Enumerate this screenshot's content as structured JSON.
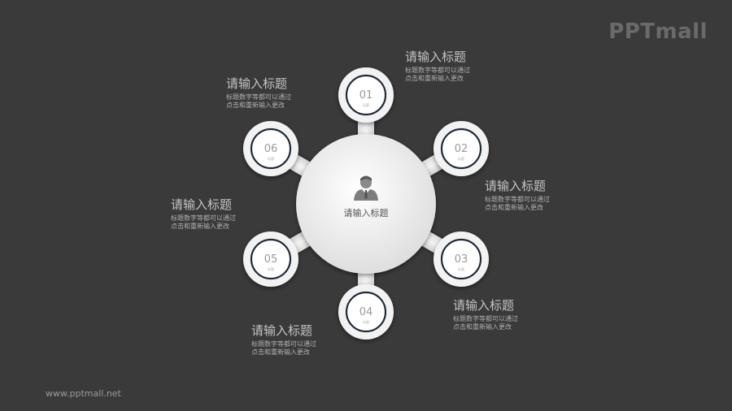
{
  "brand": {
    "logo_text": "PPTmall",
    "url": "www.pptmall.net"
  },
  "center": {
    "title": "请输入标题",
    "icon": "user-icon"
  },
  "nodes": [
    {
      "num": "01",
      "sub": "标题"
    },
    {
      "num": "02",
      "sub": "标题"
    },
    {
      "num": "03",
      "sub": "标题"
    },
    {
      "num": "04",
      "sub": "标题"
    },
    {
      "num": "05",
      "sub": "标题"
    },
    {
      "num": "06",
      "sub": "标题"
    }
  ],
  "labels": [
    {
      "title": "请输入标题",
      "desc_line1": "标题数字等都可以通过",
      "desc_line2": "点击和重新输入更改"
    },
    {
      "title": "请输入标题",
      "desc_line1": "标题数字等都可以通过",
      "desc_line2": "点击和重新输入更改"
    },
    {
      "title": "请输入标题",
      "desc_line1": "标题数字等都可以通过",
      "desc_line2": "点击和重新输入更改"
    },
    {
      "title": "请输入标题",
      "desc_line1": "标题数字等都可以通过",
      "desc_line2": "点击和重新输入更改"
    },
    {
      "title": "请输入标题",
      "desc_line1": "标题数字等都可以通过",
      "desc_line2": "点击和重新输入更改"
    },
    {
      "title": "请输入标题",
      "desc_line1": "标题数字等都可以通过",
      "desc_line2": "点击和重新输入更改"
    }
  ],
  "colors": {
    "background": "#3a3a3a",
    "disc": "#f2f2f2",
    "ring": "#1e2a3a",
    "text": "#bdbdbd"
  }
}
